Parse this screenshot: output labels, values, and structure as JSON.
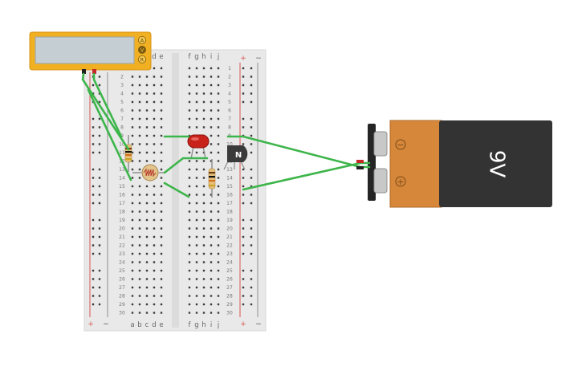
{
  "breadboard": {
    "rows": 30,
    "columns_left": [
      "a",
      "b",
      "c",
      "d",
      "e"
    ],
    "columns_right": [
      "f",
      "g",
      "h",
      "i",
      "j"
    ],
    "rail_plus_label": "+",
    "rail_minus_label": "−"
  },
  "multimeter": {
    "mode_buttons": [
      "A",
      "V",
      "R"
    ],
    "display_text": "",
    "body_color": "#f1b022",
    "screen_color": "#c5cfd3"
  },
  "battery": {
    "label": "9V",
    "minus_symbol": "−",
    "plus_symbol": "+",
    "body_color": "#d6873a",
    "cap_color": "#333333"
  },
  "transistor": {
    "label": "N"
  },
  "wire_color": "#3db54a"
}
